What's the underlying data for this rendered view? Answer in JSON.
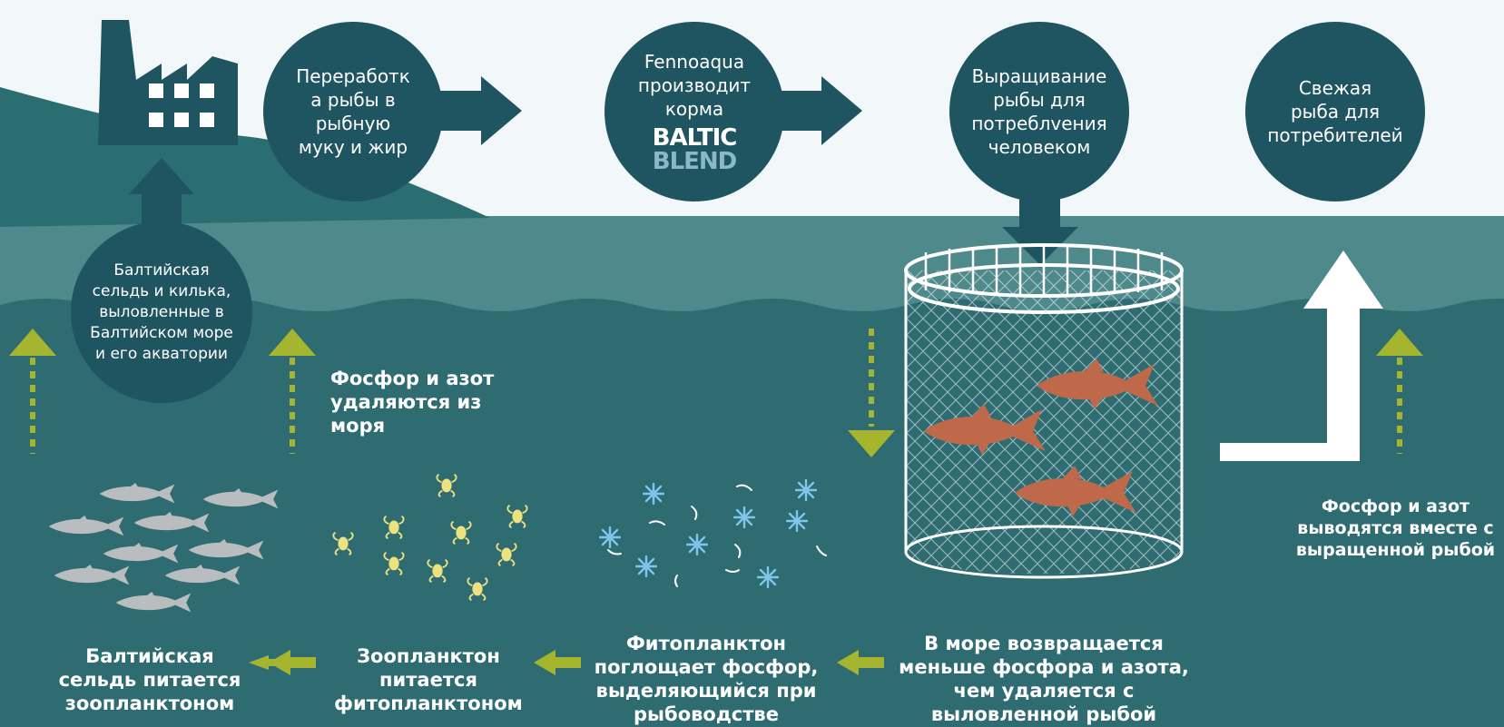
{
  "colors": {
    "sky": "#f2f8f9",
    "land": "#2b6e72",
    "sea_surface": "#4e8a8c",
    "sea": "#2e6c72",
    "circle": "#1f5461",
    "accent_green": "#a6b52f",
    "herring": "#b9bdbf",
    "zooplankton": "#ece27f",
    "phytoplankton": "#7fc6ea",
    "farmed_fish": "#c0694a",
    "white": "#ffffff"
  },
  "circles": {
    "processing": "Переработк\nа рыбы в\nрыбную\nмуку и жир",
    "feed_line1": "Fennoaqua\nпроизводит\nкорма",
    "feed_brand_top": "BALTIC",
    "feed_brand_bottom": "BLEND",
    "farming": "Выращивание\nрыбы для\nпотреблvения\nчеловеком",
    "fresh_fish": "Свежая\nрыба для\nпотребителей",
    "catch": "Балтийская\nсельдь и килька,\nвыловленные в\nБалтийском море\nи его акватории"
  },
  "labels": {
    "removed": "Фосфор и азот\nудаляются из\nморя",
    "exported": "Фосфор и азот\nвыводятся вместе с\nвыращенной рыбой",
    "herring_feeds": "Балтийская\nсельдь питается\nзоопланктоном",
    "zoo_feeds": "Зоопланктон\nпитается\nфитопланктоном",
    "phyto_absorbs": "Фитопланктон\nпоглощает фосфор,\nвыделяющийся при\nрыбоводстве",
    "returns": "В море возвращается\nменьше фосфора и азота,\nчем удаляется с\nвыловленной рыбой"
  },
  "icons": [
    "factory-icon",
    "fish-cage-icon",
    "herring-icon",
    "zooplankton-icon",
    "phytoplankton-icon",
    "farmed-fish-icon",
    "arrow-right-icon",
    "arrow-up-icon",
    "arrow-down-icon",
    "arrow-left-icon"
  ]
}
